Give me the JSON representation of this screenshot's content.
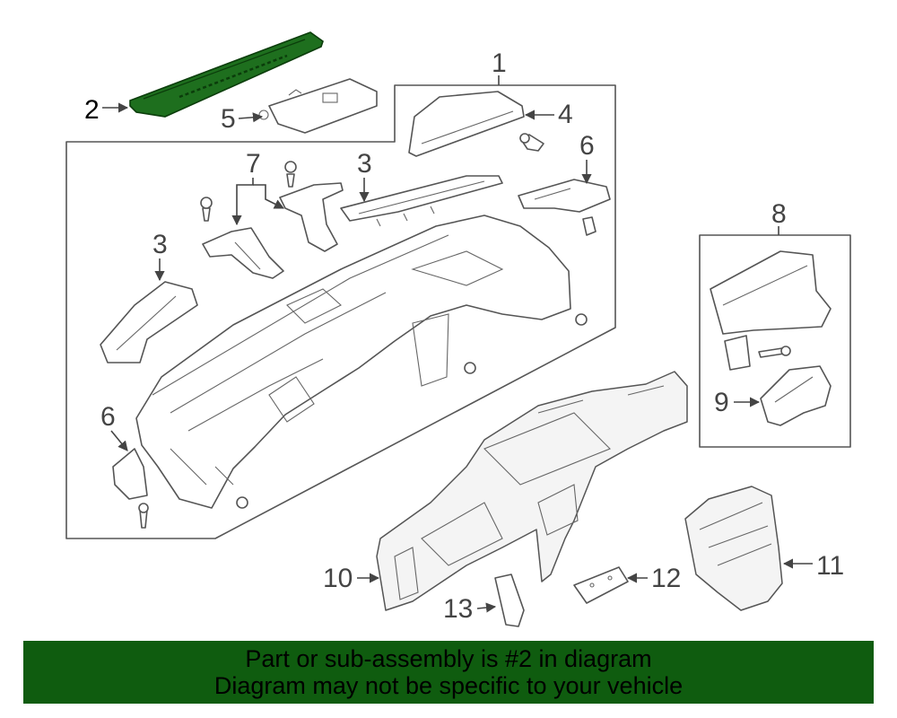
{
  "callouts": {
    "c1": "1",
    "c2": "2",
    "c3a": "3",
    "c3b": "3",
    "c4": "4",
    "c5": "5",
    "c6a": "6",
    "c6b": "6",
    "c7": "7",
    "c8": "8",
    "c9": "9",
    "c10": "10",
    "c11": "11",
    "c12": "12",
    "c13": "13"
  },
  "highlight": {
    "part": "2",
    "color": "#1e6f1e"
  },
  "banner": {
    "line1": "Part or sub-assembly is #2 in diagram",
    "line2": "Diagram may not be specific to your vehicle",
    "background": "#0f5c0f"
  }
}
